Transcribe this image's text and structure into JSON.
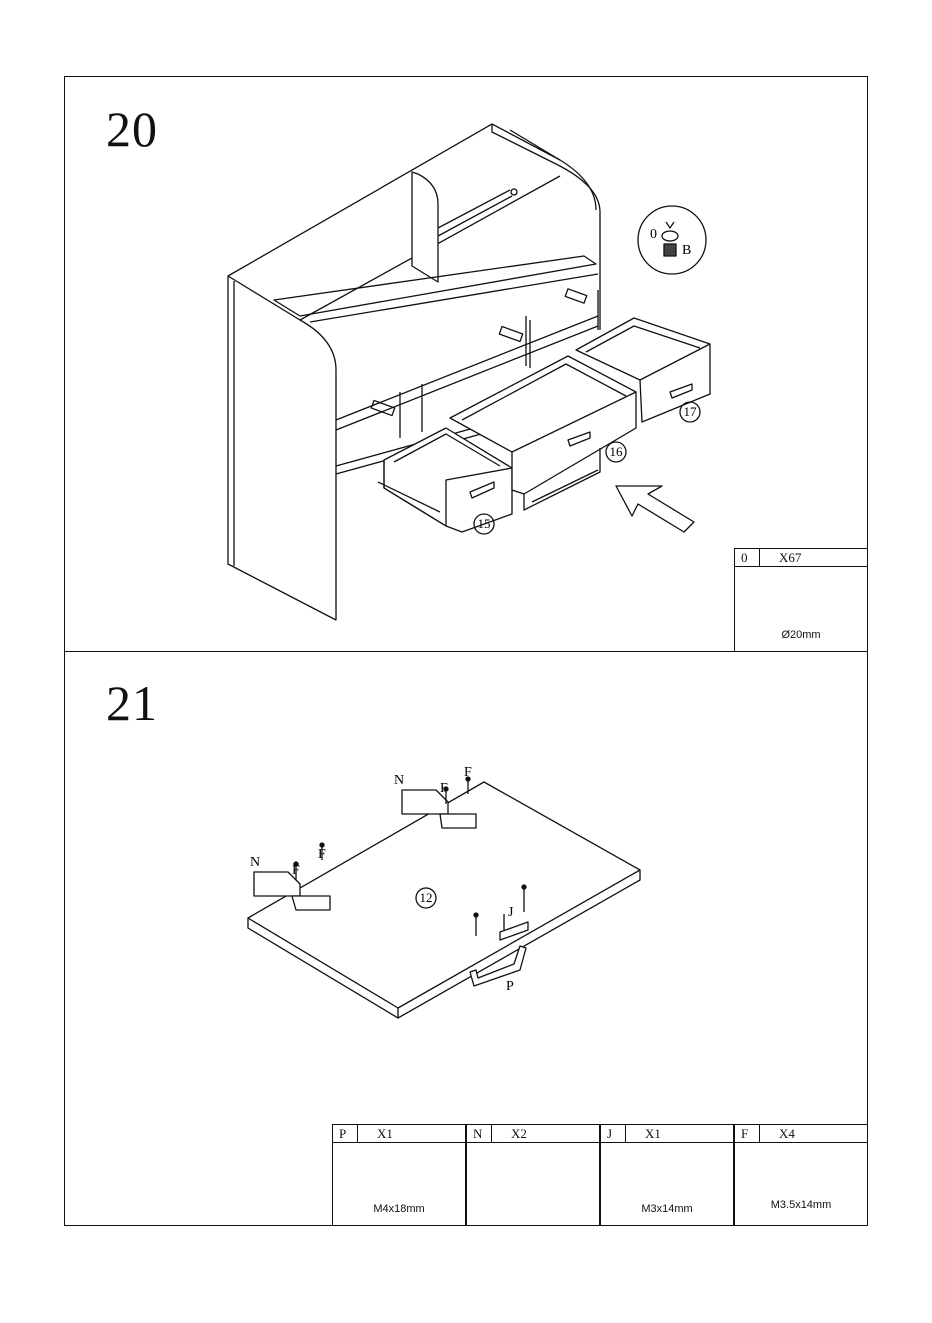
{
  "steps": [
    {
      "number": "20",
      "callouts": {
        "drawer_left": "15",
        "drawer_middle": "16",
        "drawer_right": "17"
      },
      "detail_labels": {
        "left": "0",
        "right": "B"
      },
      "parts": [
        {
          "letter": "0",
          "qty": "X67",
          "spec": "Ø20mm",
          "icon": "round-cap-icon"
        }
      ]
    },
    {
      "number": "21",
      "callouts": {
        "panel": "12"
      },
      "labels": {
        "hinge_a": "N",
        "hinge_b": "N",
        "screw_a1": "F",
        "screw_a2": "F",
        "screw_b1": "F",
        "screw_b2": "F",
        "plate": "J",
        "handle": "P"
      },
      "parts": [
        {
          "letter": "P",
          "qty": "X1",
          "spec": "M4x18mm",
          "icon": "handle-icon"
        },
        {
          "letter": "N",
          "qty": "X2",
          "spec": "",
          "icon": "hinge-icon"
        },
        {
          "letter": "J",
          "qty": "X1",
          "spec": "M3x14mm",
          "icon": "plate-icon"
        },
        {
          "letter": "F",
          "qty": "X4",
          "spec": "M3.5x14mm",
          "icon": "screw-icon"
        }
      ]
    }
  ]
}
